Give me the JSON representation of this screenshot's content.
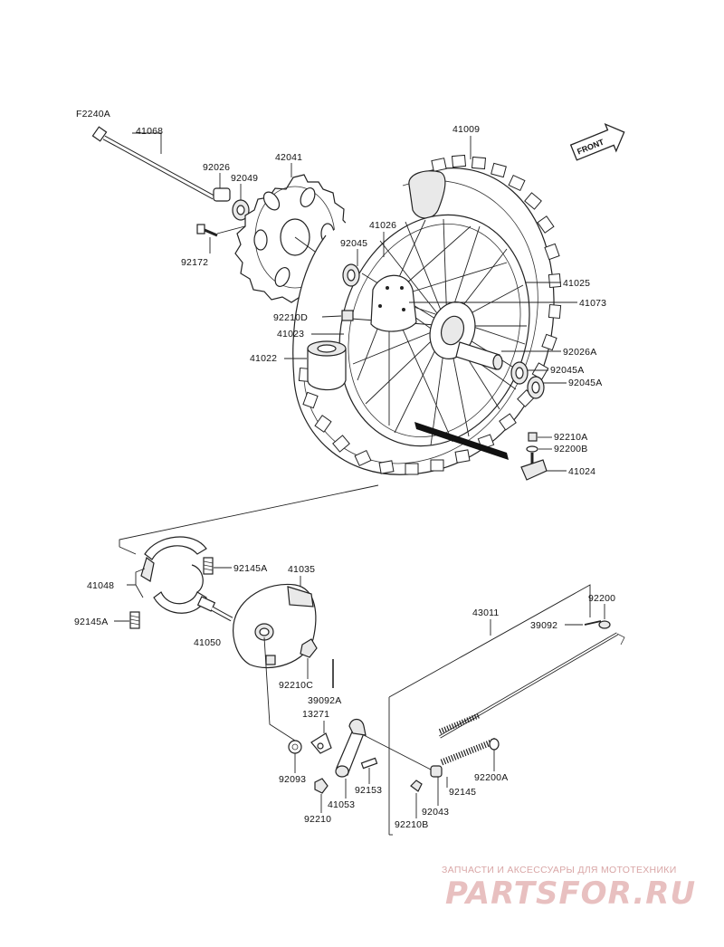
{
  "figure_code": "F2240A",
  "front_label": "FRONT",
  "parts": {
    "p41068": "41068",
    "p92026": "92026",
    "p92049": "92049",
    "p42041": "42041",
    "p92172": "92172",
    "p41009": "41009",
    "p41026": "41026",
    "p92045": "92045",
    "p41025": "41025",
    "p41073": "41073",
    "p92210D": "92210D",
    "p41023": "41023",
    "p41022": "41022",
    "p92026A": "92026A",
    "p92045A_1": "92045A",
    "p92045A_2": "92045A",
    "p92210A": "92210A",
    "p92200B": "92200B",
    "p41024": "41024",
    "p41048": "41048",
    "p92145A_1": "92145A",
    "p41035": "41035",
    "p92145A_2": "92145A",
    "p41050": "41050",
    "p92210C": "92210C",
    "p39092A": "39092A",
    "p13271": "13271",
    "p92093": "92093",
    "p92210": "92210",
    "p41053": "41053",
    "p92153": "92153",
    "p43011": "43011",
    "p92200": "92200",
    "p39092": "39092",
    "p92200A": "92200A",
    "p92145": "92145",
    "p92043": "92043",
    "p92210B": "92210B"
  },
  "watermark": {
    "tagline": "ЗАПЧАСТИ И АКСЕССУАРЫ ДЛЯ МОТОТЕХНИКИ",
    "brand": "PARTSFOR.RU"
  }
}
